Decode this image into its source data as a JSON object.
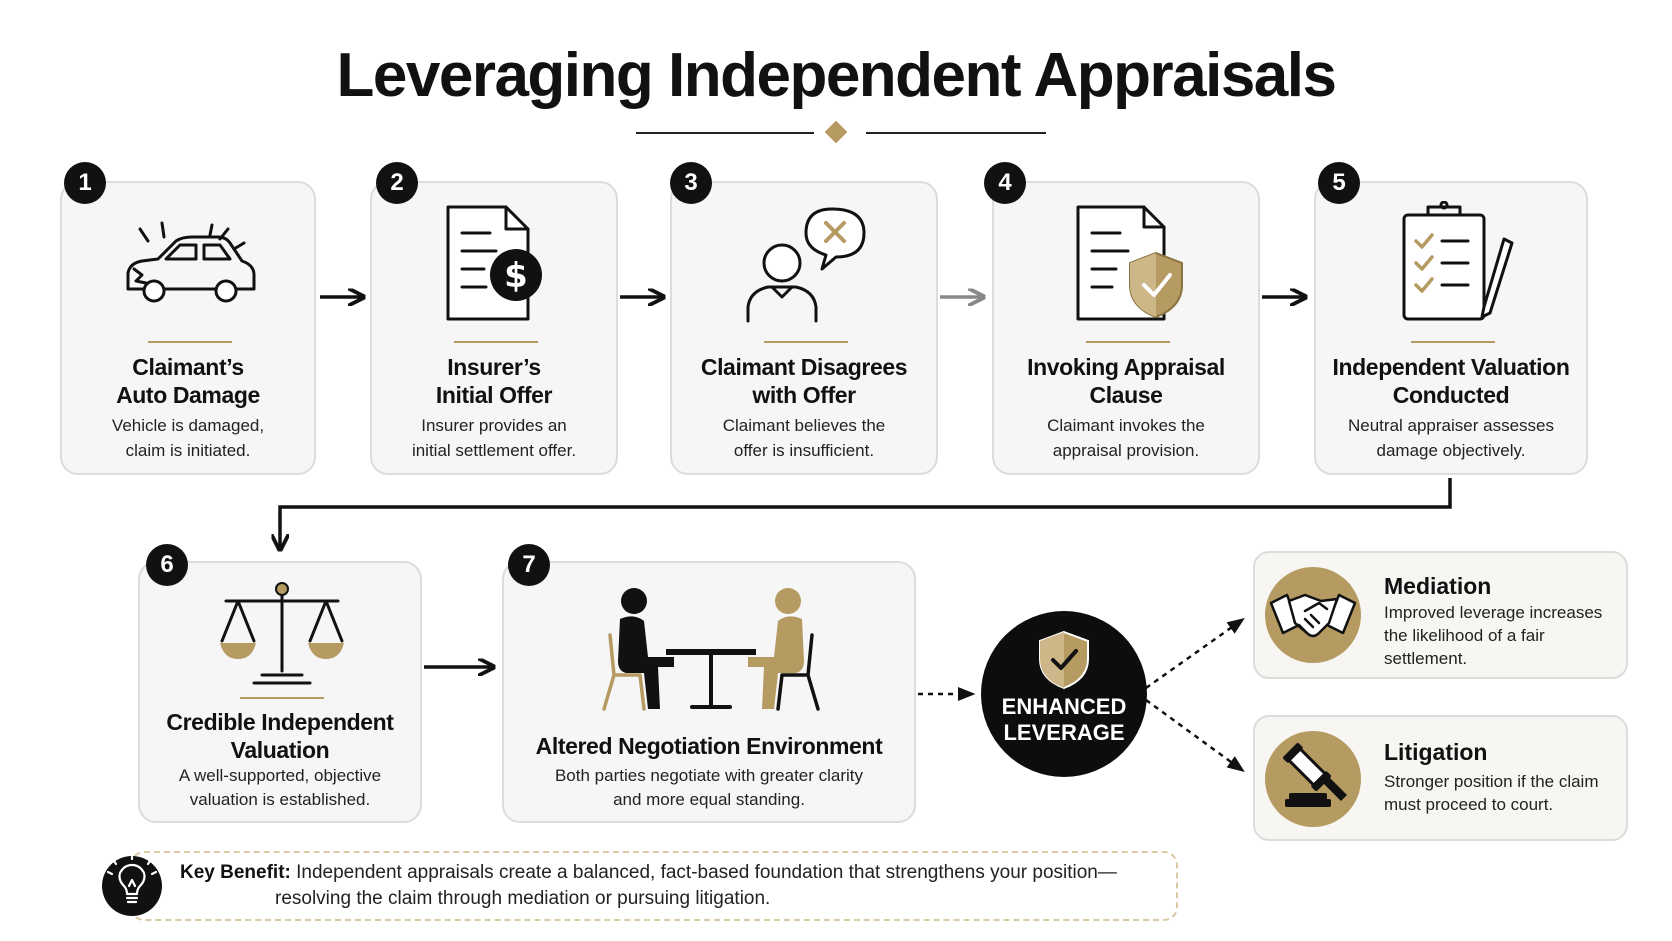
{
  "title": "Leveraging Independent Appraisals",
  "colors": {
    "accent": "#b59a62",
    "dark": "#111111",
    "card_bg": "#f6f6f6",
    "card_border": "#dcdcdc"
  },
  "steps": [
    {
      "number": "1",
      "title_line1": "Claimant’s",
      "title_line2": "Auto Damage",
      "desc_line1": "Vehicle is damaged,",
      "desc_line2": "claim is initiated.",
      "icon": "damaged-car-icon"
    },
    {
      "number": "2",
      "title_line1": "Insurer’s",
      "title_line2": "Initial Offer",
      "desc_line1": "Insurer provides an",
      "desc_line2": "initial settlement offer.",
      "icon": "document-dollar-icon"
    },
    {
      "number": "3",
      "title_line1": "Claimant Disagrees",
      "title_line2": "with Offer",
      "desc_line1": "Claimant believes the",
      "desc_line2": "offer is insufficient.",
      "icon": "person-disagree-icon"
    },
    {
      "number": "4",
      "title_line1": "Invoking Appraisal",
      "title_line2": "Clause",
      "desc_line1": "Claimant invokes the",
      "desc_line2": "appraisal provision.",
      "icon": "document-shield-icon"
    },
    {
      "number": "5",
      "title_line1": "Independent Valuation",
      "title_line2": "Conducted",
      "desc_line1": "Neutral appraiser assesses",
      "desc_line2": "damage objectively.",
      "icon": "clipboard-checklist-icon"
    },
    {
      "number": "6",
      "title_line1": "Credible Independent",
      "title_line2": "Valuation",
      "desc_line1": "A well-supported, objective",
      "desc_line2": "valuation is established.",
      "icon": "scales-icon"
    },
    {
      "number": "7",
      "title_line1": "Altered Negotiation Environment",
      "title_line2": "",
      "desc_line1": "Both parties negotiate with greater clarity",
      "desc_line2": "and more equal standing.",
      "icon": "negotiation-table-icon"
    }
  ],
  "leverage": {
    "line1": "ENHANCED",
    "line2": "LEVERAGE",
    "icon": "shield-check-icon"
  },
  "outcomes": [
    {
      "title": "Mediation",
      "desc": "Improved leverage increases the likelihood of a fair settlement.",
      "icon": "handshake-icon"
    },
    {
      "title": "Litigation",
      "desc": "Stronger position if the claim must proceed to court.",
      "icon": "gavel-icon"
    }
  ],
  "benefit": {
    "label": "Key Benefit:",
    "line1": "Independent appraisals create a balanced, fact-based foundation that strengthens your position—",
    "line2": "resolving the claim through mediation or pursuing litigation.",
    "icon": "lightbulb-icon"
  }
}
